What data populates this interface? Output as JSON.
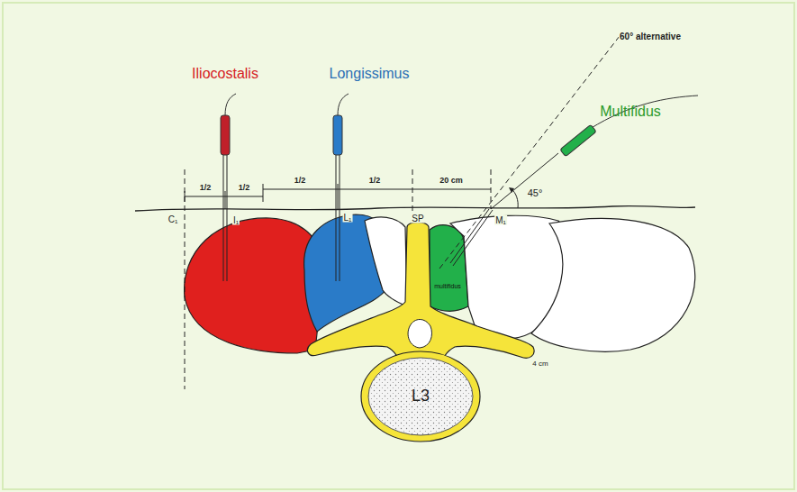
{
  "diagram": {
    "labels": [
      "Iliocostalis",
      "Longissimus",
      "Multifidus",
      "60° alternative",
      "1/2",
      "1/2",
      "1/2",
      "1/2",
      "20 cm",
      "45°",
      "C₁",
      "I₁",
      "L₁",
      "SP",
      "M₁",
      "multifidus",
      "4 cm",
      "L3"
    ]
  }
}
